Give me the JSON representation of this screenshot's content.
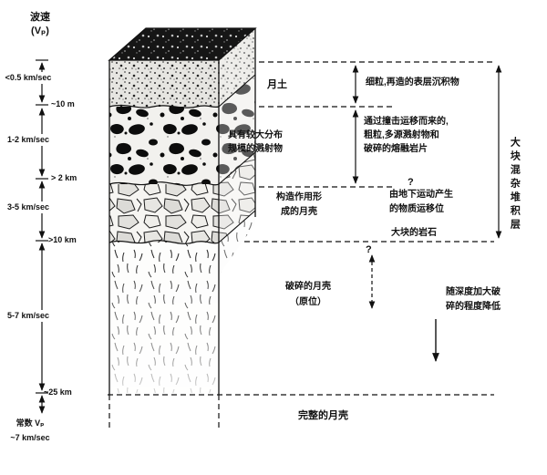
{
  "colors": {
    "ink": "#111111",
    "background": "#ffffff"
  },
  "axis": {
    "title": [
      "波速",
      "(Vₚ)"
    ],
    "velocities": [
      "<0.5 km/sec",
      "1-2 km/sec",
      "3-5 km/sec",
      "5-7 km/sec"
    ],
    "constant": [
      "常数 Vₚ",
      "~7 km/sec"
    ],
    "depths": [
      "~10 m",
      "> 2 km",
      ">10 km",
      "~25 km"
    ]
  },
  "annotations": {
    "regolith": "月土",
    "regolith_desc": "细粒,再造的表层沉积物",
    "ejecta": [
      "具有较大分布",
      "规模的溅射物"
    ],
    "ejecta_desc": [
      "通过撞击运移而来的,",
      "粗粒,多源溅射物和",
      "破碎的熔融岩片"
    ],
    "tectonic_crust": [
      "构造作用形",
      "成的月壳"
    ],
    "tectonic_desc": [
      "由地下运动产生",
      "的物质运移位"
    ],
    "large_rocks": "大块的岩石",
    "fractured_crust": [
      "破碎的月壳",
      "（原位）"
    ],
    "depth_note": [
      "随深度加大破",
      "碎的程度降低"
    ],
    "intact_crust": "完整的月壳",
    "mixed_layer": "大块混杂堆积层",
    "question_mark": "?"
  }
}
